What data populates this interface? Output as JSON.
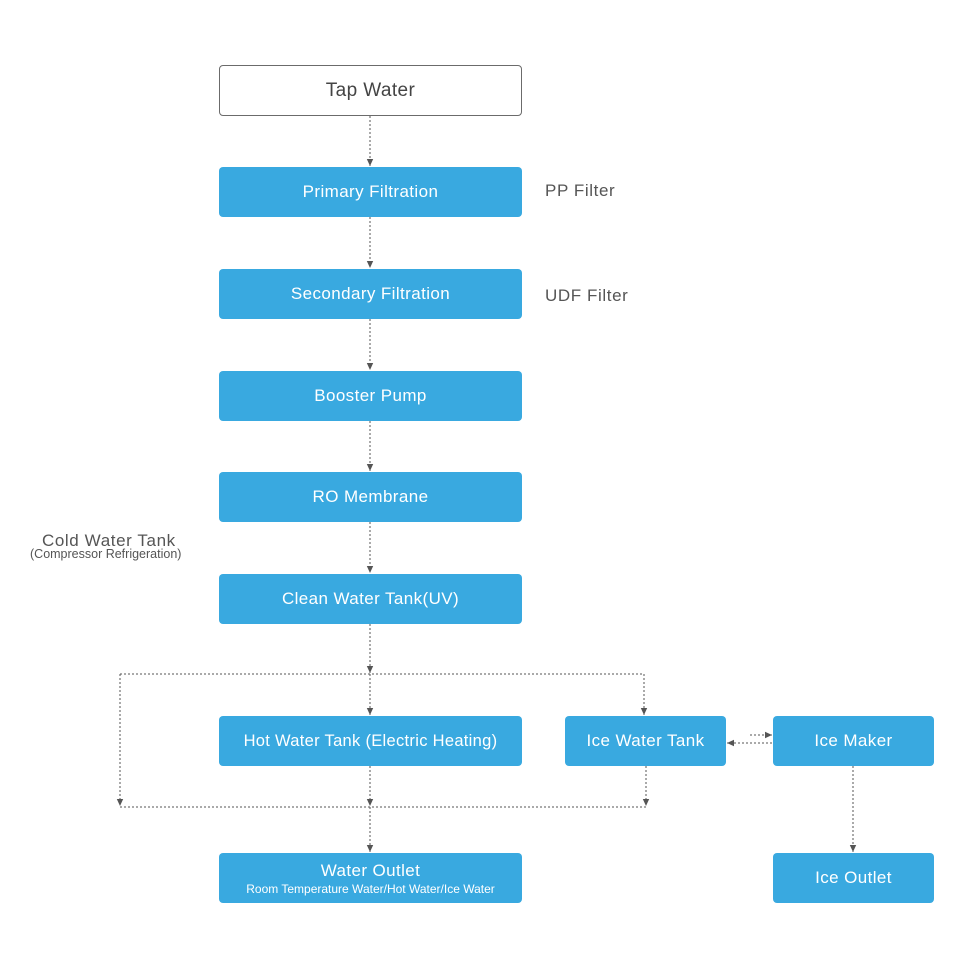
{
  "nodes": {
    "tap_water": "Tap Water",
    "primary_filtration": "Primary Filtration",
    "secondary_filtration": "Secondary Filtration",
    "booster_pump": "Booster Pump",
    "ro_membrane": "RO Membrane",
    "clean_water_tank": "Clean Water Tank(UV)",
    "hot_water_tank": "Hot Water Tank (Electric Heating)",
    "ice_water_tank": "Ice Water Tank",
    "ice_maker": "Ice Maker",
    "water_outlet": {
      "title": "Water Outlet",
      "subtitle": "Room Temperature Water/Hot Water/Ice Water"
    },
    "ice_outlet": "Ice Outlet"
  },
  "annotations": {
    "pp_filter": "PP Filter",
    "udf_filter": "UDF Filter",
    "cold_water_tank": "Cold Water Tank",
    "compressor_refrigeration": "(Compressor Refrigeration)"
  },
  "colors": {
    "node_fill": "#39a9e0",
    "node_text": "#ffffff",
    "start_border": "#6b6b6b",
    "connector": "#555555",
    "note_text": "#555555"
  }
}
